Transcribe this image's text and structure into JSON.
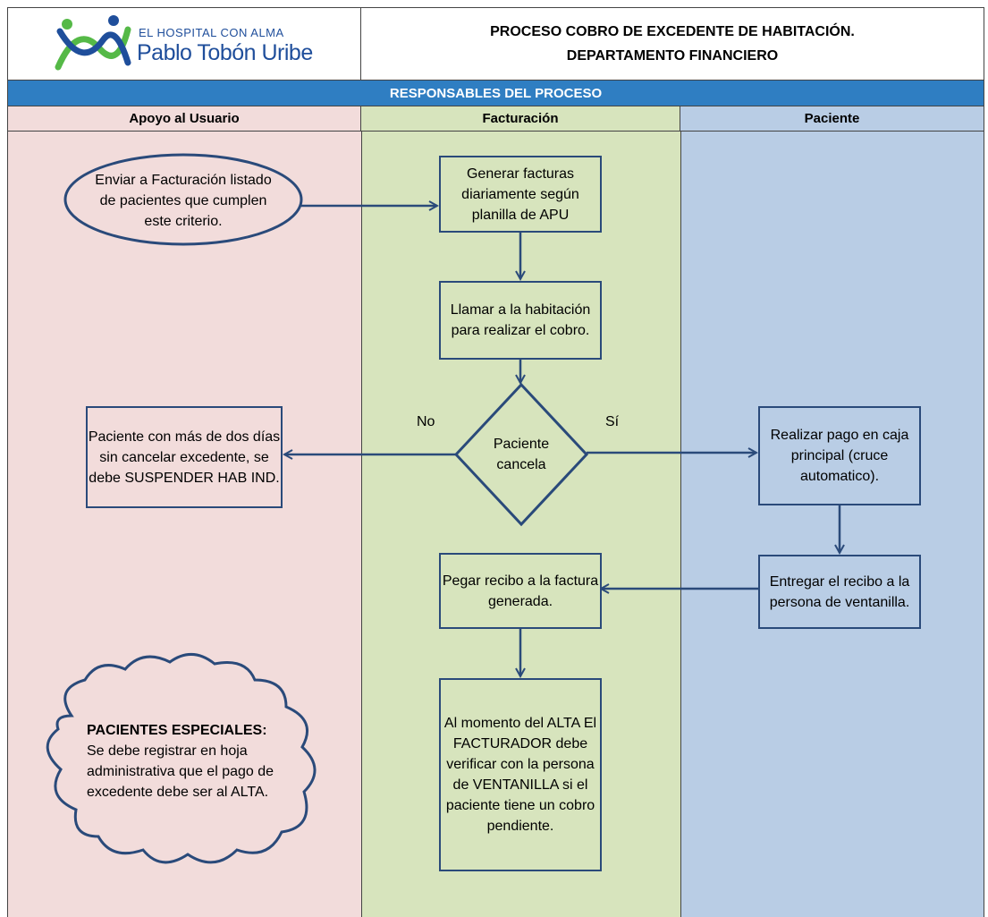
{
  "header": {
    "logo_tagline": "EL HOSPITAL CON ALMA",
    "logo_name": "Pablo Tobón Uribe",
    "title_line1": "PROCESO COBRO DE EXCEDENTE DE HABITACIÓN.",
    "title_line2": "DEPARTAMENTO FINANCIERO"
  },
  "band_title": "RESPONSABLES DEL PROCESO",
  "lanes": [
    {
      "label": "Apoyo al Usuario",
      "color": "#f2dcdb"
    },
    {
      "label": "Facturación",
      "color": "#d7e4bd"
    },
    {
      "label": "Paciente",
      "color": "#b9cde5"
    }
  ],
  "nodes": {
    "enviar": "Enviar a Facturación listado de pacientes que cumplen este criterio.",
    "generar": "Generar facturas diariamente según planilla de APU",
    "llamar": "Llamar a la habitación para realizar el cobro.",
    "decision": "Paciente cancela",
    "suspender": "Paciente con más de dos días sin cancelar excedente, se debe SUSPENDER HAB IND.",
    "realizar_pago": "Realizar pago en caja principal (cruce automatico).",
    "entregar": "Entregar el recibo a la persona de ventanilla.",
    "pegar": "Pegar recibo a la factura generada.",
    "alta": "Al momento del ALTA El FACTURADOR debe verificar con la persona de VENTANILLA si el paciente tiene un cobro pendiente."
  },
  "decision_labels": {
    "no": "No",
    "si": "Sí"
  },
  "special_note": {
    "title": "PACIENTES ESPECIALES:",
    "body": "Se debe registrar en hoja administrativa que el pago de excedente debe ser al ALTA."
  },
  "colors": {
    "band": "#2f7ec2",
    "border": "#2a4a7a",
    "logo_blue": "#1f4e9b",
    "logo_green": "#55b947"
  }
}
